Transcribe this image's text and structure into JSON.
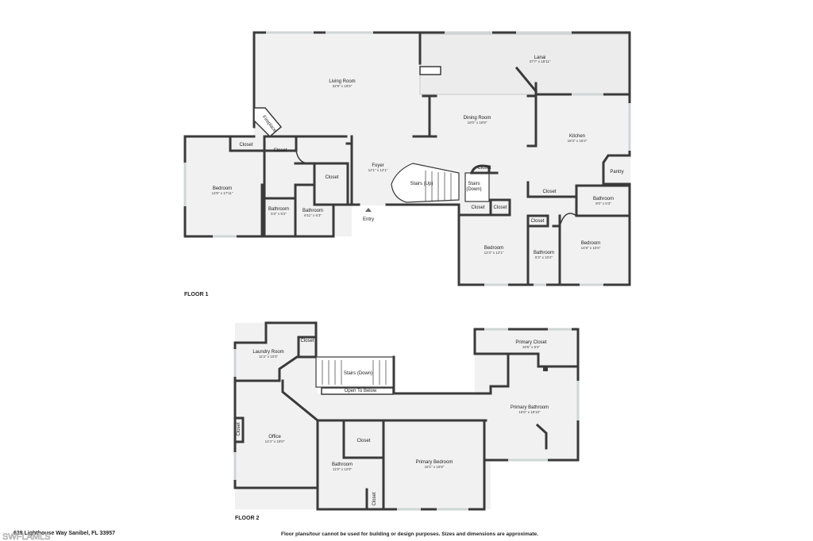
{
  "floor1": {
    "label": "FLOOR 1",
    "rooms": {
      "living": {
        "name": "Living Room",
        "dim": "32'9\" x 18'6\""
      },
      "lanai": {
        "name": "Lanai",
        "dim": "37'7\" x 18'11\""
      },
      "dining": {
        "name": "Dining Room",
        "dim": "19'0\" x 18'9\""
      },
      "kitchen": {
        "name": "Kitchen",
        "dim": "18'3\" x 16'2\""
      },
      "pantry": {
        "name": "Pantry"
      },
      "foyer": {
        "name": "Foyer",
        "dim": "12'1\" x 12'1\""
      },
      "stairs_up": {
        "name": "Stairs (Up)"
      },
      "stairs_down": {
        "name": "Stairs\n(Down)",
        "line1": "Stairs",
        "line2": "(Down)"
      },
      "closet_a": {
        "name": "Closet"
      },
      "closet_b": {
        "name": "Closet"
      },
      "closet_c": {
        "name": "Closet"
      },
      "closet_d": {
        "name": "Closet"
      },
      "closet_e": {
        "name": "Closet"
      },
      "closet_f": {
        "name": "Closet"
      },
      "closet_g": {
        "name": "Closet"
      },
      "closet_h": {
        "name": "Closet"
      },
      "bedroom_w": {
        "name": "Bedroom",
        "dim": "14'9\" x 17'11\""
      },
      "bath_w1": {
        "name": "Bathroom",
        "dim": "5'3\" x 9'2\""
      },
      "bath_w2": {
        "name": "Bathroom",
        "dim": "6'11\" x 6'3\""
      },
      "fireplace": {
        "name": "Fireplace"
      },
      "entry": {
        "name": "Entry"
      },
      "bedroom_s": {
        "name": "Bedroom",
        "dim": "12'3\" x 12'1\""
      },
      "bath_s": {
        "name": "Bathroom",
        "dim": "5'3\" x 10'4\""
      },
      "bedroom_e": {
        "name": "Bedroom",
        "dim": "14'8\" x 15'5\""
      },
      "bath_e": {
        "name": "Bathroom",
        "dim": "9'0\" x 5'3\""
      }
    }
  },
  "floor2": {
    "label": "FLOOR 2",
    "rooms": {
      "laundry": {
        "name": "Laundry Room",
        "dim": "11'3\" x 10'3\""
      },
      "closet_l": {
        "name": "Closet"
      },
      "stairs_down": {
        "name": "Stairs (Down)"
      },
      "open_below": {
        "name": "Open To Below"
      },
      "office": {
        "name": "Office",
        "dim": "14'4\" x 19'0\""
      },
      "closet_o": {
        "name": "Closet"
      },
      "closet_b2": {
        "name": "Closet"
      },
      "bathroom": {
        "name": "Bathroom",
        "dim": "11'8\" x 12'0\""
      },
      "closet_p": {
        "name": "Closet"
      },
      "primary_bedroom": {
        "name": "Primary Bedroom",
        "dim": "18'1\" x 15'8\""
      },
      "primary_closet": {
        "name": "Primary Closet",
        "dim": "18'5\" x 6'4\""
      },
      "primary_bathroom": {
        "name": "Primary Bathroom",
        "dim": "16'5\" x 18'10\""
      }
    }
  },
  "footer": {
    "address": "628 Lighthouse Way Sanibel, FL 33957",
    "disclaimer": "Floor plans/tour cannot be used for building or design purposes. Sizes and dimensions are approximate.",
    "watermark": "SWFLAMLS"
  },
  "colors": {
    "wall": "#3a3a3a",
    "floor": "#f1f1f1",
    "background": "#ffffff",
    "window": "#cfd6d6"
  }
}
